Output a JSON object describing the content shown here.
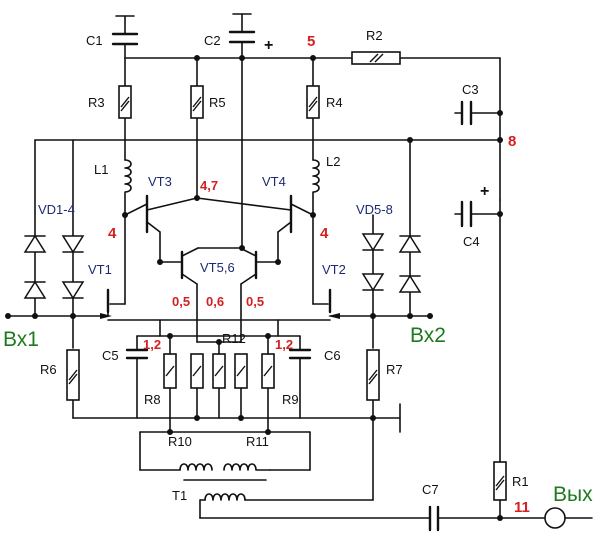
{
  "components": {
    "C1": "C1",
    "C2": "C2",
    "C3": "C3",
    "C4": "C4",
    "C5": "C5",
    "C6": "C6",
    "C7": "C7",
    "R1": "R1",
    "R2": "R2",
    "R3": "R3",
    "R4": "R4",
    "R5": "R5",
    "R6": "R6",
    "R7": "R7",
    "R8": "R8",
    "R9": "R9",
    "R10": "R10",
    "R11": "R11",
    "R12": "R12",
    "L1": "L1",
    "L2": "L2",
    "T1": "T1",
    "VT1": "VT1",
    "VT2": "VT2",
    "VT3": "VT3",
    "VT4": "VT4",
    "VT56": "VT5,6",
    "VD14": "VD1-4",
    "VD58": "VD5-8"
  },
  "voltages": {
    "n5": "5",
    "n8": "8",
    "n47": "4,7",
    "vt1_drain": "4",
    "vt2_drain": "4",
    "b_left": "0,5",
    "b_mid": "0,6",
    "b_right": "0,5",
    "c5_node": "1,2",
    "c6_node": "1,2",
    "out_node": "11"
  },
  "ports": {
    "in1": "Вх1",
    "in2": "Вх2",
    "out": "Вых"
  },
  "polarity": {
    "c2_plus": "+",
    "c4_plus": "+"
  }
}
